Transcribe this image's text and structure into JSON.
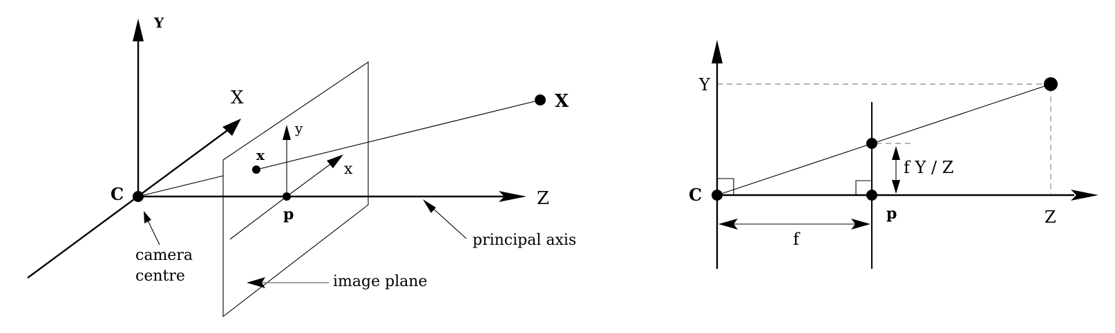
{
  "left_diagram": {
    "labels": {
      "axis_y": "Y",
      "axis_x": "X",
      "axis_z": "Z",
      "point_X": "X",
      "camera_centre_point": "C",
      "image_point": "x",
      "image_axis_y": "y",
      "image_axis_x": "x",
      "principal_point": "p",
      "camera_centre_line1": "camera",
      "camera_centre_line2": "centre",
      "image_plane": "image plane",
      "principal_axis": "principal axis"
    }
  },
  "right_diagram": {
    "labels": {
      "axis_y": "Y",
      "axis_z": "Z",
      "camera_centre_point": "C",
      "principal_point": "p",
      "focal_length": "f",
      "projection": "f Y / Z"
    }
  }
}
